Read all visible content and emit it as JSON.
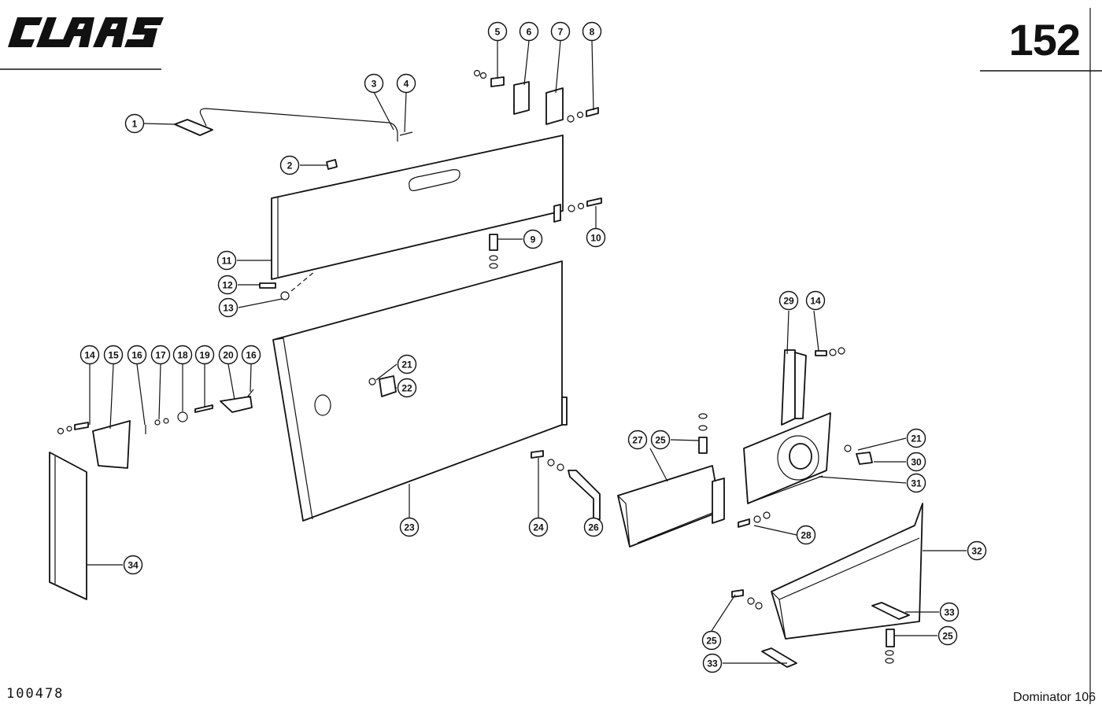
{
  "header": {
    "brand": "CLAAS",
    "page_number": "152"
  },
  "footer": {
    "drawing_number": "100478",
    "model": "Dominator 106"
  },
  "callouts": [
    "1",
    "2",
    "3",
    "4",
    "5",
    "6",
    "7",
    "8",
    "9",
    "10",
    "11",
    "12",
    "13",
    "14",
    "15",
    "16",
    "17",
    "18",
    "19",
    "20",
    "16",
    "21",
    "22",
    "23",
    "24",
    "25",
    "26",
    "27",
    "14",
    "29",
    "21",
    "30",
    "31",
    "28",
    "32",
    "33",
    "25",
    "25",
    "33",
    "34"
  ]
}
